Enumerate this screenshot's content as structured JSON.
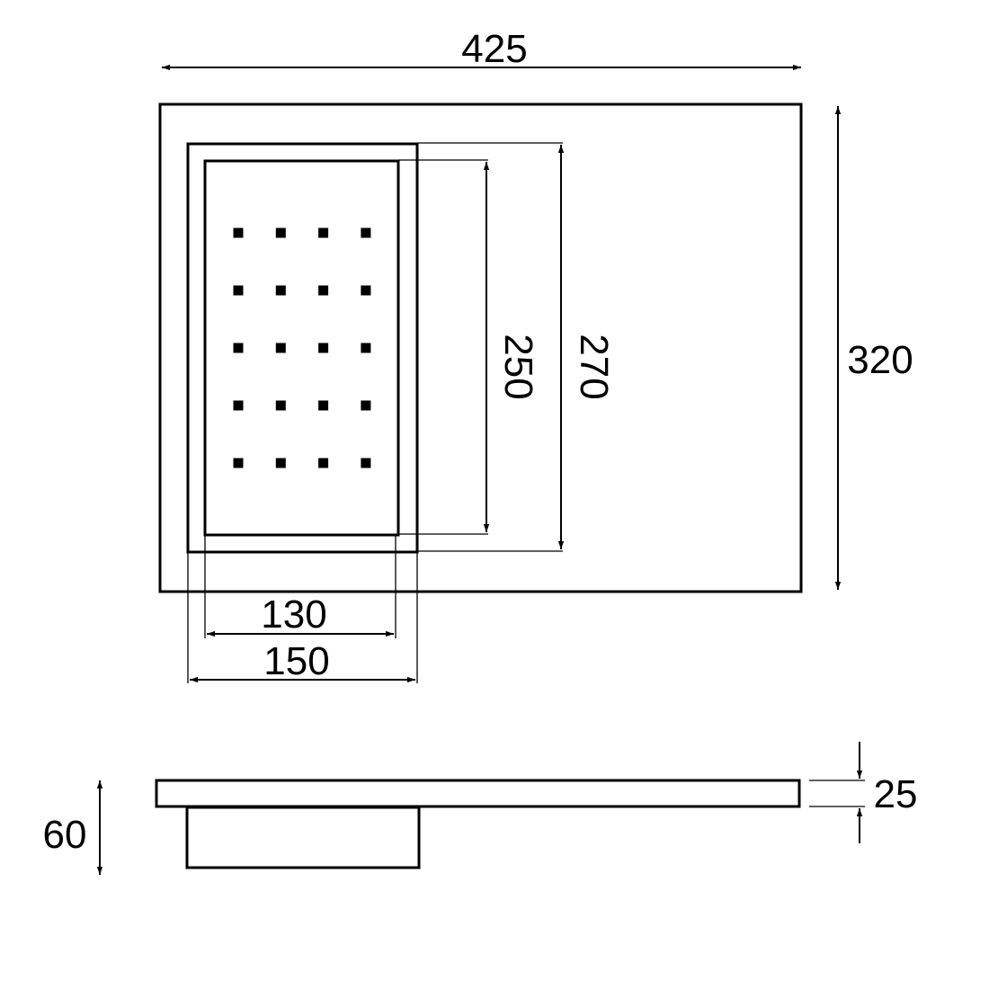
{
  "top_view": {
    "overall_width": "425",
    "overall_height": "320",
    "inner_width": "130",
    "outer_width": "150",
    "inner_height": "250",
    "outer_height": "270",
    "hole_grid": {
      "columns": 4,
      "rows": 5
    }
  },
  "side_view": {
    "plate_thickness": "25",
    "total_depth": "60"
  },
  "colors": {
    "line": "#000000",
    "background": "#ffffff"
  }
}
